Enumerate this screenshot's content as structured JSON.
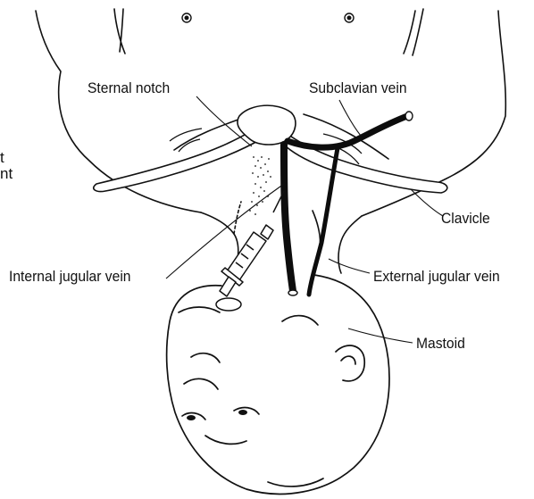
{
  "labels": {
    "sternal_notch": "Sternal notch",
    "subclavian_vein": "Subclavian vein",
    "clavicle": "Clavicle",
    "internal_jugular_vein": "Internal jugular vein",
    "external_jugular_vein": "External jugular vein",
    "mastoid": "Mastoid"
  },
  "edge_fragments": {
    "line1": "t",
    "line2": "nt"
  },
  "colors": {
    "ink": "#111111",
    "vein": "#0d0d0d",
    "background": "#ffffff"
  }
}
